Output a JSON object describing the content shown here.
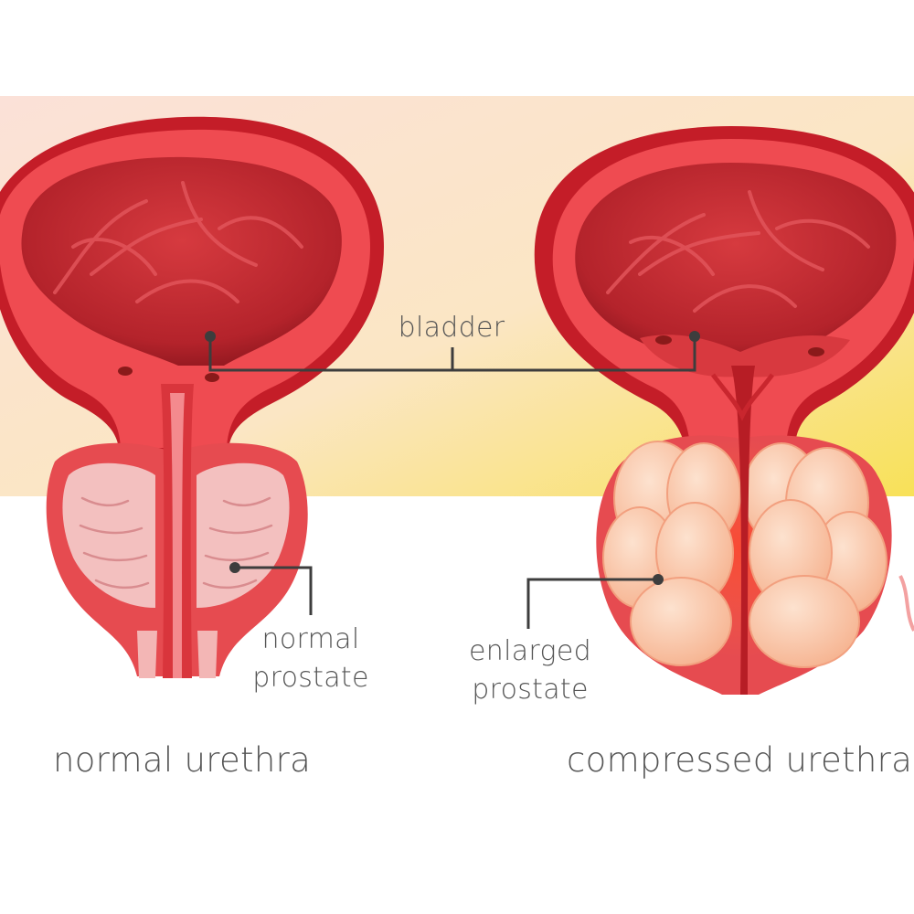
{
  "labels": {
    "bladder": "bladder",
    "normal_prostate_line1": "normal",
    "normal_prostate_line2": "prostate",
    "enlarged_prostate_line1": "enlarged",
    "enlarged_prostate_line2": "prostate",
    "normal_urethra": "normal urethra",
    "compressed_urethra": "compressed urethra"
  },
  "colors": {
    "band_left": "#fbe3d8",
    "band_right": "#f8e46a",
    "bladder_wall": "#e8434a",
    "bladder_inner": "#b8252c",
    "prostate_normal": "#f4c2c0",
    "prostate_enlarged": "#f9c6a6",
    "leader_line": "#3d3d3d"
  }
}
